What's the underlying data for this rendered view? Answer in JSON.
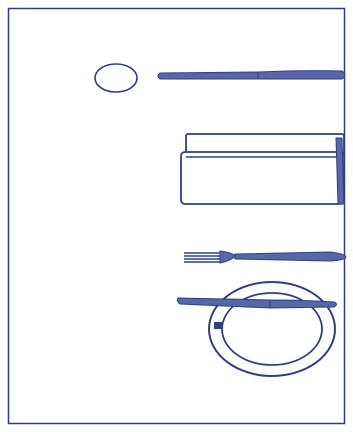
{
  "colors": {
    "line": "#2e3f86",
    "fill": "#5a67a6",
    "background": "#ffffff"
  },
  "items": [
    {
      "name": "frame-border",
      "icon": "rectangle-border"
    },
    {
      "name": "bread-plate",
      "icon": "small-oval-plate"
    },
    {
      "name": "butter-knife",
      "icon": "knife-icon"
    },
    {
      "name": "napkin",
      "icon": "folded-napkin-icon"
    },
    {
      "name": "fork",
      "icon": "fork-icon"
    },
    {
      "name": "dinner-plate",
      "icon": "plate-icon"
    },
    {
      "name": "dinner-knife",
      "icon": "knife-icon"
    }
  ]
}
